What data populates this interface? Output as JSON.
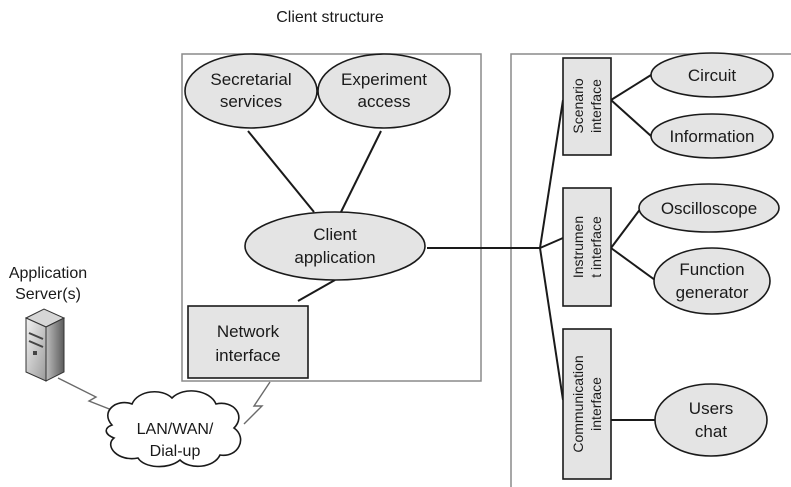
{
  "title": "Client structure",
  "server_label": [
    "Application",
    "Server(s)"
  ],
  "network_cloud": [
    "LAN/WAN/",
    "Dial-up"
  ],
  "client": {
    "secretarial": [
      "Secretarial",
      "services"
    ],
    "experiment": [
      "Experiment",
      "access"
    ],
    "app": [
      "Client",
      "application"
    ],
    "network": [
      "Network",
      "interface"
    ]
  },
  "interfaces": {
    "scenario": [
      "Scenario",
      "interface"
    ],
    "instrument": [
      "Instrumen",
      "t interface"
    ],
    "communication": [
      "Communication",
      "interface"
    ]
  },
  "modules": {
    "circuit": [
      "Circuit"
    ],
    "information": [
      "Information"
    ],
    "oscilloscope": [
      "Oscilloscope"
    ],
    "function_generator": [
      "Function",
      "generator"
    ],
    "users_chat": [
      "Users",
      "chat"
    ]
  },
  "colors": {
    "fill": "#e4e4e4",
    "stroke": "#1a1a1a",
    "frame": "#8a8a8a"
  }
}
